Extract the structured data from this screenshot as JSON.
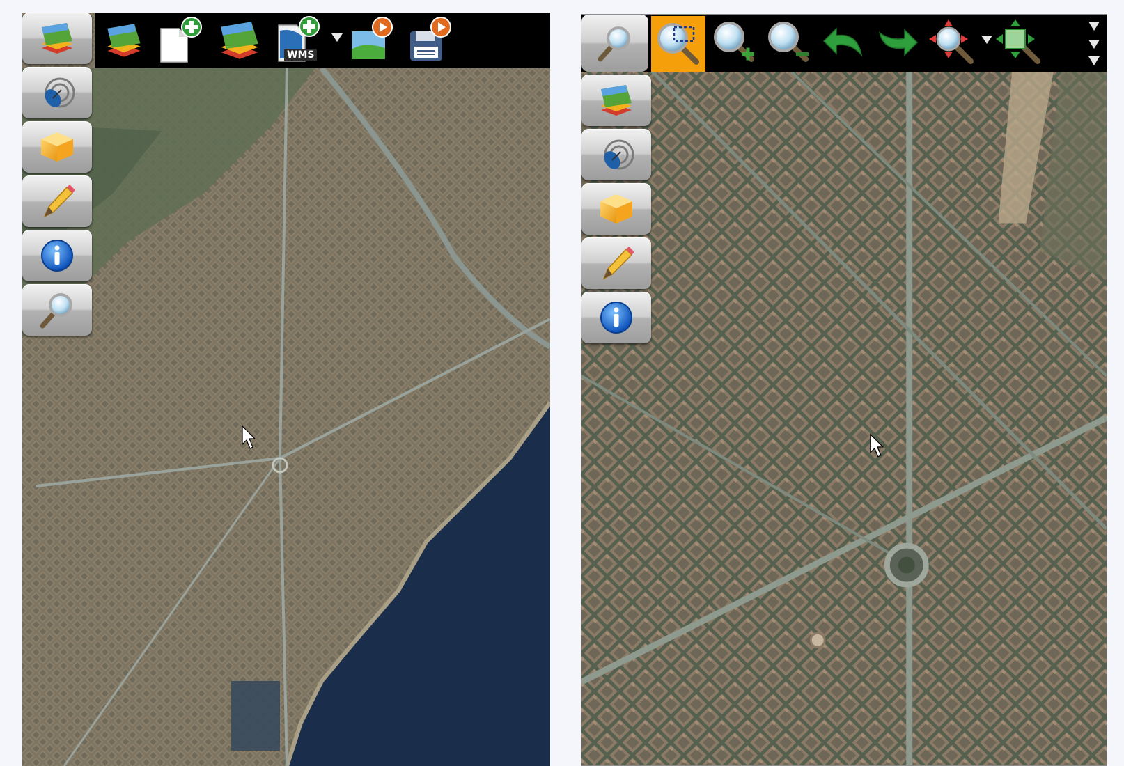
{
  "left_panel": {
    "toolbar": {
      "items": [
        {
          "name": "layers-button",
          "icon": "layers-icon"
        },
        {
          "name": "new-layer-button",
          "icon": "new-document-add-icon"
        },
        {
          "name": "add-layers-button",
          "icon": "layers-add-icon"
        },
        {
          "name": "add-wms-button",
          "icon": "wms-add-icon",
          "label": "WMS"
        },
        {
          "name": "export-image-button",
          "icon": "image-export-icon"
        },
        {
          "name": "save-button",
          "icon": "save-export-icon"
        }
      ]
    },
    "side_tools": [
      {
        "name": "layers-tool",
        "icon": "layers-icon"
      },
      {
        "name": "gps-tool",
        "icon": "satellite-dish-icon"
      },
      {
        "name": "geometry-tool",
        "icon": "box-icon"
      },
      {
        "name": "edit-tool",
        "icon": "pencil-icon"
      },
      {
        "name": "info-tool",
        "icon": "info-icon"
      },
      {
        "name": "search-tool",
        "icon": "magnifier-icon"
      }
    ]
  },
  "right_panel": {
    "toolbar": {
      "items": [
        {
          "name": "navigation-tool",
          "icon": "magnifier-icon"
        },
        {
          "name": "zoom-window-tool",
          "icon": "zoom-window-icon",
          "active": true
        },
        {
          "name": "zoom-in-tool",
          "icon": "zoom-in-icon"
        },
        {
          "name": "zoom-out-tool",
          "icon": "zoom-out-icon"
        },
        {
          "name": "undo-button",
          "icon": "undo-arrow-icon"
        },
        {
          "name": "redo-button",
          "icon": "redo-arrow-icon"
        },
        {
          "name": "pan-tool",
          "icon": "pan-icon"
        },
        {
          "name": "zoom-extent-tool",
          "icon": "zoom-extent-icon"
        }
      ]
    },
    "side_tools": [
      {
        "name": "layers-tool",
        "icon": "layers-icon"
      },
      {
        "name": "gps-tool",
        "icon": "satellite-dish-icon"
      },
      {
        "name": "geometry-tool",
        "icon": "box-icon"
      },
      {
        "name": "edit-tool",
        "icon": "pencil-icon"
      },
      {
        "name": "info-tool",
        "icon": "info-icon"
      }
    ]
  },
  "colors": {
    "toolbar_bg": "#000000",
    "active_tool": "#f5a00a",
    "map_urban": "#7a7562",
    "map_sea": "#1a2d4a"
  }
}
